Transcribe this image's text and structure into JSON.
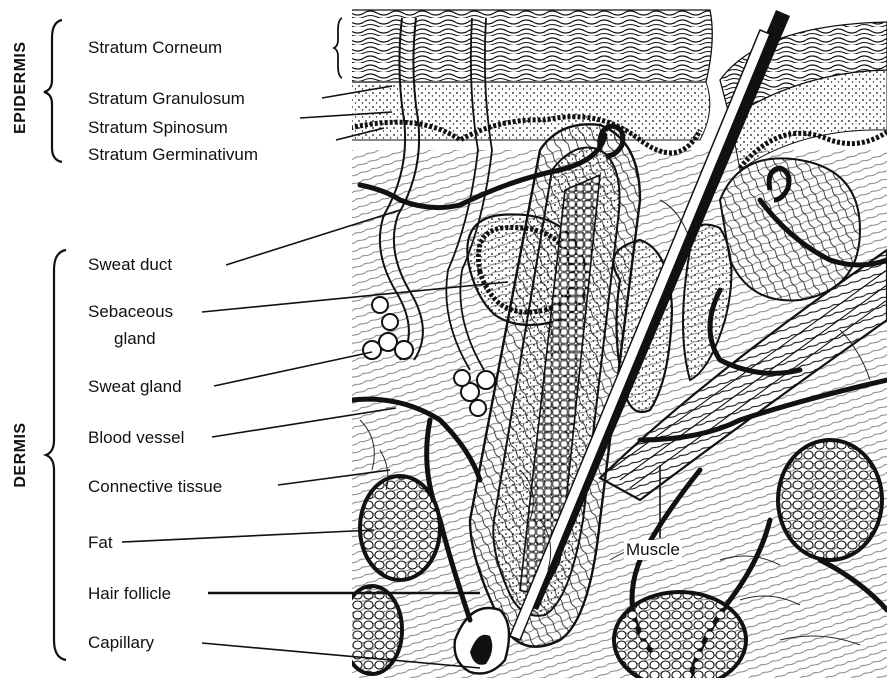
{
  "sections": {
    "epidermis": "EPIDERMIS",
    "dermis": "DERMIS"
  },
  "labels": {
    "stratum_corneum": "Stratum Corneum",
    "stratum_granulosum": "Stratum Granulosum",
    "stratum_spinosum": "Stratum Spinosum",
    "stratum_germinativum": "Stratum Germinativum",
    "sweat_duct": "Sweat duct",
    "sebaceous_gland_line1": "Sebaceous",
    "sebaceous_gland_line2": "gland",
    "sweat_gland": "Sweat gland",
    "blood_vessel": "Blood vessel",
    "connective_tissue": "Connective tissue",
    "fat": "Fat",
    "hair_follicle": "Hair follicle",
    "capillary": "Capillary",
    "muscle": "Muscle"
  },
  "colors": {
    "ink": "#111111",
    "background": "#ffffff"
  }
}
